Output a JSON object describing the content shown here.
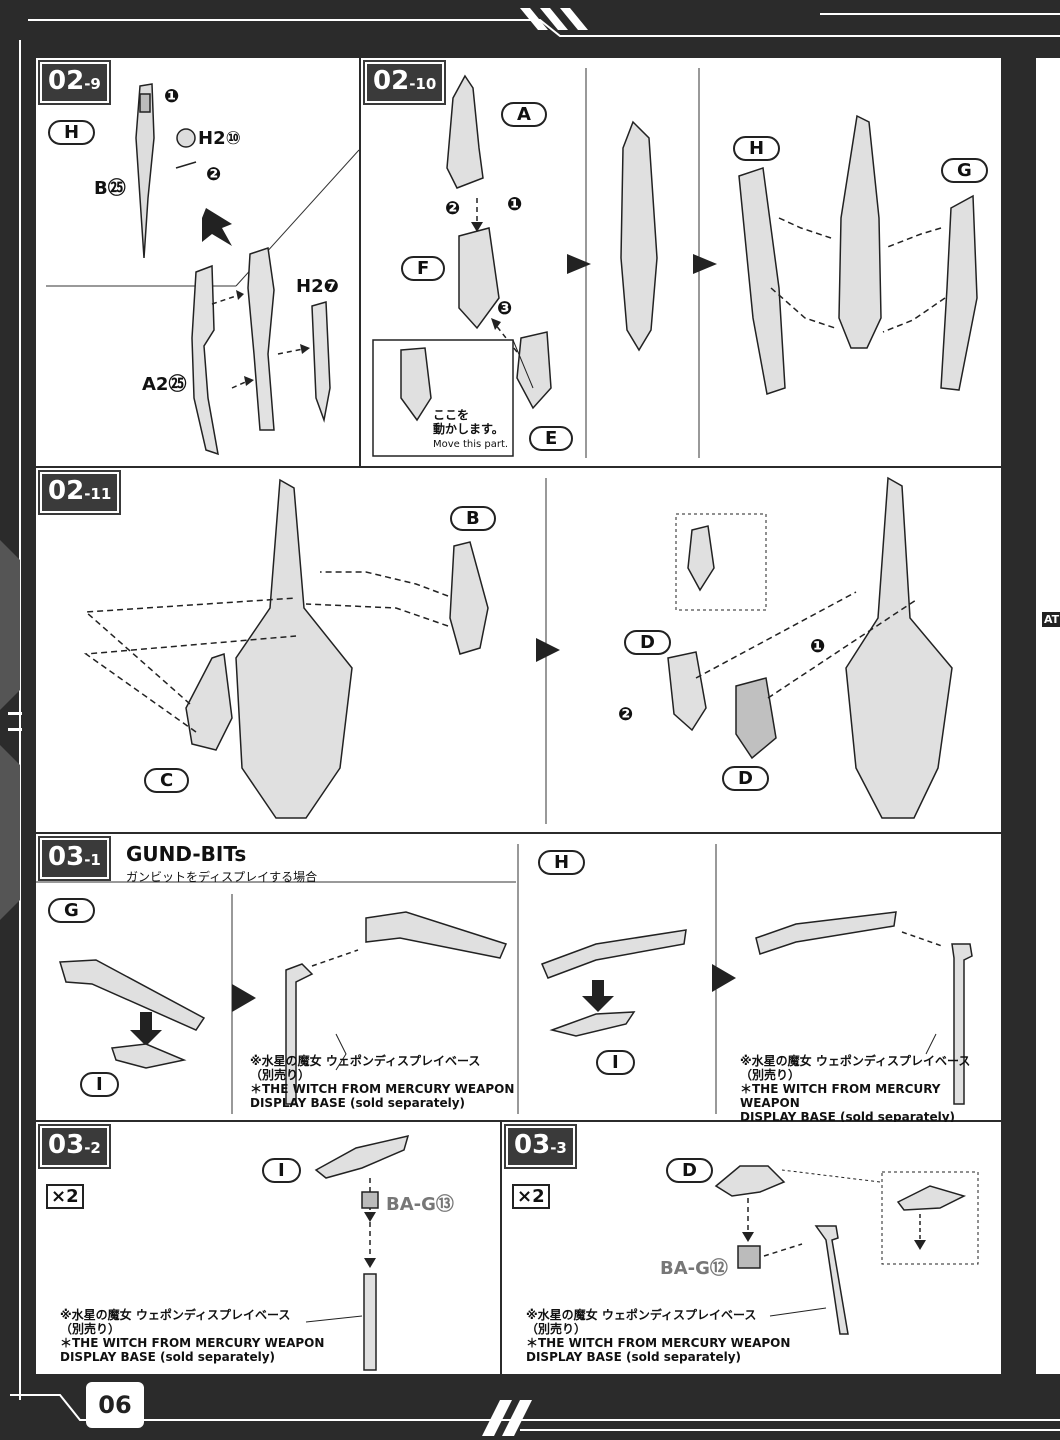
{
  "page": {
    "number": "06"
  },
  "colors": {
    "frame": "#2b2b2b",
    "panel": "#ffffff",
    "ink": "#222222",
    "part_fill": "#d9d9d9"
  },
  "steps": {
    "s02_9": {
      "badge_main": "02",
      "badge_sub": "-9",
      "runner": "H",
      "parts": {
        "b25": "B㉕",
        "h210": "H2⑩",
        "h27": "H2❼",
        "a225": "A2㉕"
      },
      "markers": [
        "❶",
        "❷"
      ]
    },
    "s02_10": {
      "badge_main": "02",
      "badge_sub": "-10",
      "runners": [
        "A",
        "F",
        "E",
        "H",
        "G"
      ],
      "inset_note_jp": "ここを\n動かします。",
      "inset_note_en": "Move this part.",
      "markers": [
        "❶",
        "❷",
        "❸"
      ]
    },
    "s02_11": {
      "badge_main": "02",
      "badge_sub": "-11",
      "runners": [
        "B",
        "C",
        "D",
        "D"
      ],
      "markers": [
        "❶",
        "❷"
      ]
    },
    "s03_1": {
      "badge_main": "03",
      "badge_sub": "-1",
      "title": "GUND-BITs",
      "subtitle": "ガンビットをディスプレイする場合",
      "runners_left": [
        "G",
        "I"
      ],
      "runners_right": [
        "H",
        "I"
      ],
      "base_note_jp": "※水星の魔女 ウェポンディスプレイベース",
      "base_note_jp2": "（別売り）",
      "base_note_en": "＊THE WITCH FROM MERCURY WEAPON",
      "base_note_en2": "DISPLAY BASE (sold separately)"
    },
    "s03_2": {
      "badge_main": "03",
      "badge_sub": "-2",
      "multiplier": "×2",
      "runner": "I",
      "part": "BA-G⑬",
      "base_note_jp": "※水星の魔女 ウェポンディスプレイベース",
      "base_note_jp2": "（別売り）",
      "base_note_en": "＊THE WITCH FROM MERCURY WEAPON",
      "base_note_en2": "DISPLAY BASE (sold separately)"
    },
    "s03_3": {
      "badge_main": "03",
      "badge_sub": "-3",
      "multiplier": "×2",
      "runner": "D",
      "part": "BA-G⑫",
      "base_note_jp": "※水星の魔女 ウェポンディスプレイベース",
      "base_note_jp2": "（別売り）",
      "base_note_en": "＊THE WITCH FROM MERCURY WEAPON",
      "base_note_en2": "DISPLAY BASE (sold separately)"
    },
    "side": {
      "tab_text": "AT"
    }
  }
}
